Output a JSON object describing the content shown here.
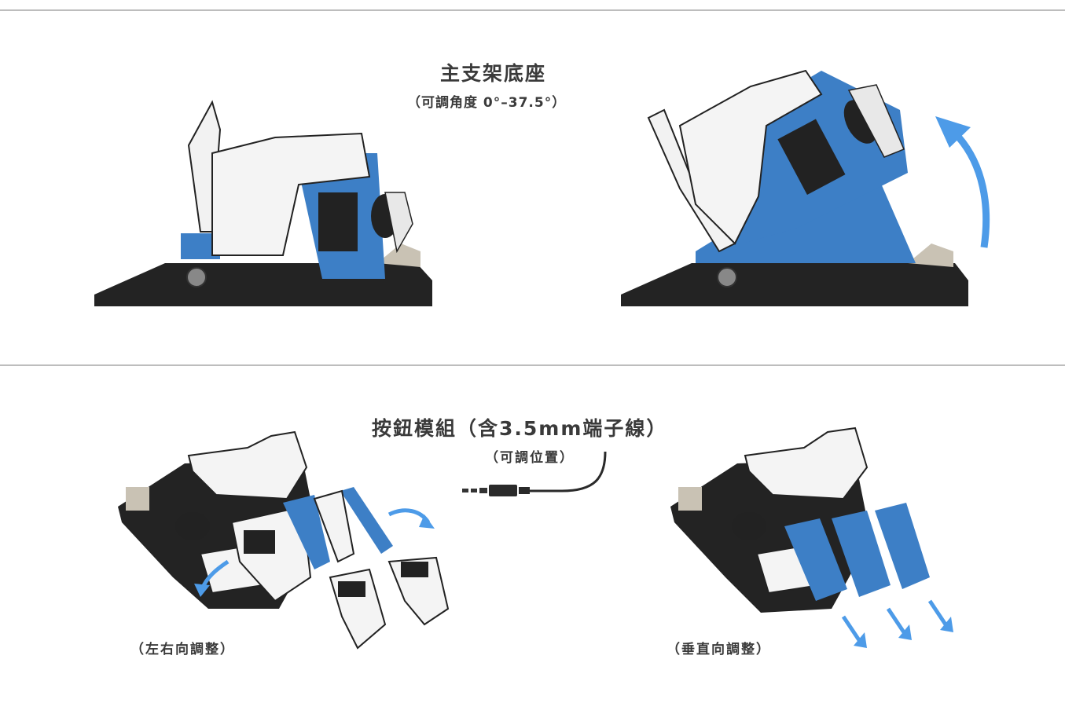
{
  "base_section": {
    "title": "主支架底座",
    "subtitle": "（可調角度 0°–37.5°）"
  },
  "button_section": {
    "title": "按鈕模組（含3.5mm端子線）",
    "subtitle": "（可調位置）",
    "left_caption": "（左右向調整）",
    "right_caption": "（垂直向調整）"
  },
  "colors": {
    "accent": "#3d7fc6",
    "arrow": "#4d9be8",
    "base": "#232323",
    "shell": "#f2f2f2",
    "rule": "#bdbdbd"
  }
}
